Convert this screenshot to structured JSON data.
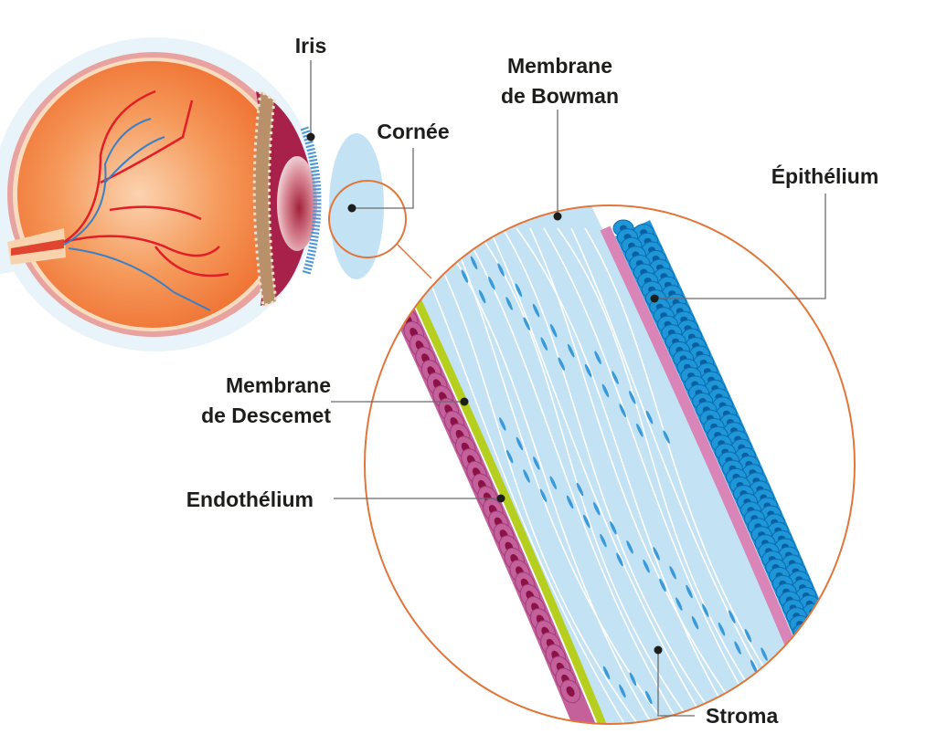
{
  "labels": {
    "iris": "Iris",
    "cornee": "Cornée",
    "bowman_line1": "Membrane",
    "bowman_line2": "de Bowman",
    "epithelium": "Épithélium",
    "descemet_line1": "Membrane",
    "descemet_line2": "de Descemet",
    "endothelium": "Endothélium",
    "stroma": "Stroma"
  },
  "colors": {
    "eyeball": "#f07a3c",
    "sclera": "#e9f3fa",
    "cornea": "#bfe0f3",
    "zoom_circle": "#e0763a",
    "epithelium": "#1e96d7",
    "bowman": "#d985b8",
    "stroma": "#c3e3f5",
    "descemet": "#b6cf1e",
    "endothelium": "#c4619a",
    "leader": "#6b6b6b"
  }
}
